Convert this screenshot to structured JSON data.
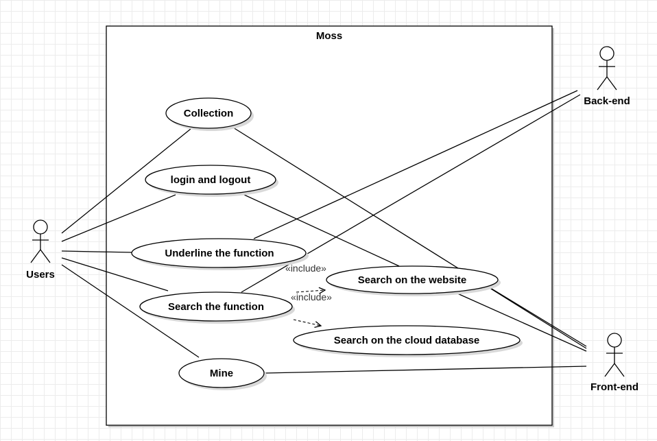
{
  "system": {
    "title": "Moss"
  },
  "actors": {
    "users": "Users",
    "backend": "Back-end",
    "frontend": "Front-end"
  },
  "use_cases": {
    "collection": "Collection",
    "login": "login and logout",
    "underline": "Underline the function",
    "search_function": "Search the function",
    "search_website": "Search on the website",
    "search_cloud": "Search on the cloud database",
    "mine": "Mine"
  },
  "relations": {
    "include_1": "«include»",
    "include_2": "«include»"
  }
}
